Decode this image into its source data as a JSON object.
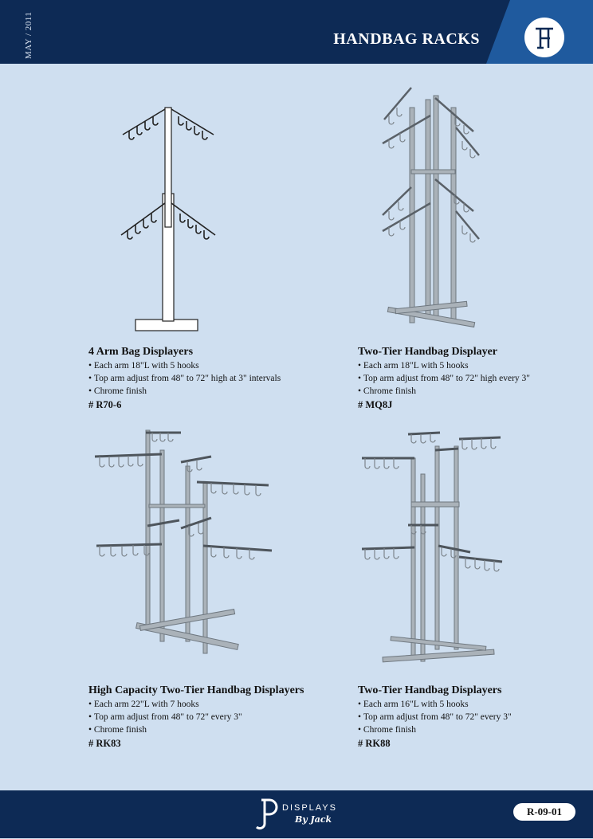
{
  "header": {
    "date": "MAY / 2011",
    "title": "HANDBAG RACKS",
    "logo_icon": "company-monogram-icon"
  },
  "products": [
    {
      "title": "4 Arm Bag Displayers",
      "features": [
        "Each arm 18\"L with 5 hooks",
        "Top arm adjust from 48\" to 72\" high at 3\" intervals",
        "Chrome finish"
      ],
      "sku": "# R70-6"
    },
    {
      "title": "Two-Tier Handbag Displayer",
      "features": [
        "Each arm 18\"L with 5 hooks",
        "Top arm adjust from 48\" to 72\" high every 3\"",
        "Chrome finish"
      ],
      "sku": "# MQ8J"
    },
    {
      "title": "High Capacity Two-Tier Handbag Displayers",
      "features": [
        "Each arm 22\"L with 7 hooks",
        "Top arm adjust from 48\" to 72\" every 3\"",
        "Chrome finish"
      ],
      "sku": "# RK83"
    },
    {
      "title": "Two-Tier Handbag Displayers",
      "features": [
        "Each arm 16\"L with 5 hooks",
        "Top arm adjust from 48\" to 72\" every 3\"",
        "Chrome finish"
      ],
      "sku": "# RK88"
    }
  ],
  "footer": {
    "brand": "DISPLAYS",
    "brand_sub": "By Jack",
    "page_code": "R-09-01"
  },
  "colors": {
    "navy": "#0d2a55",
    "accent_blue": "#1f5a9e",
    "background": "#cfdff0",
    "chrome": "#9aa3ab"
  }
}
